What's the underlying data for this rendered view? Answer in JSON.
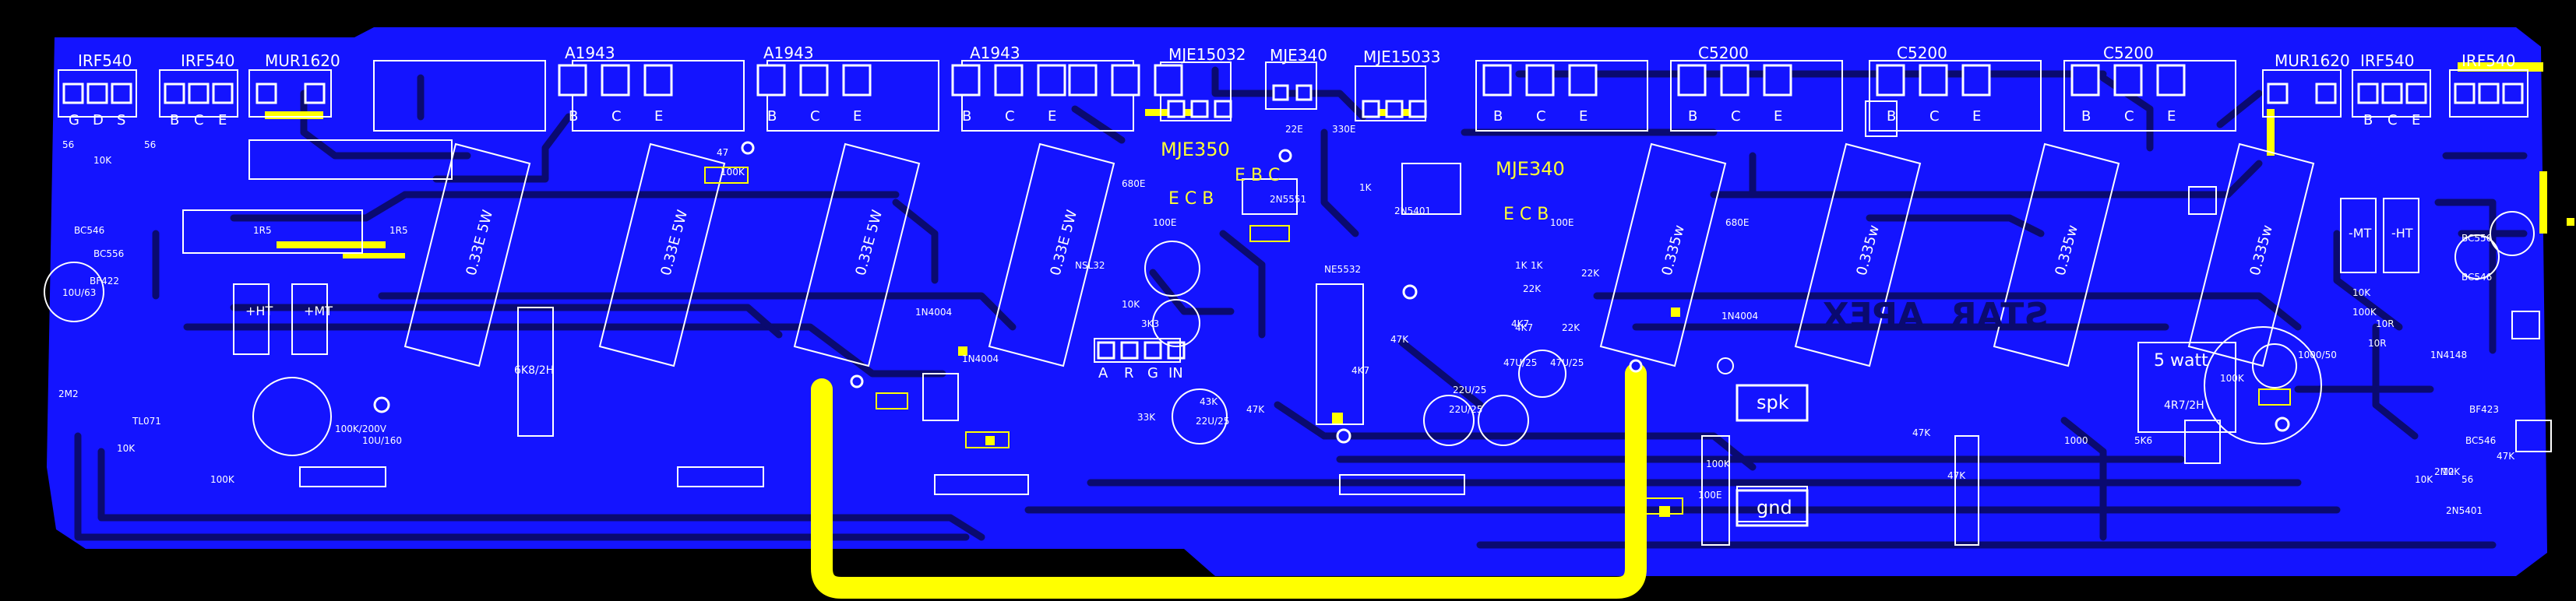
{
  "colors": {
    "background": "#000000",
    "copper": "#1414ff",
    "trace_dark": "#0a0a70",
    "silkscreen": "#ffffff",
    "jumper": "#ffff00"
  },
  "top_transistor_labels": [
    "IRF540",
    "IRF540",
    "MUR1620",
    "A1943",
    "A1943",
    "A1943",
    "MJE15032",
    "MJE340",
    "MJE15033",
    "C5200",
    "C5200",
    "C5200",
    "MUR1620",
    "IRF540",
    "IRF540"
  ],
  "resistor_labels": [
    "0.33E 5W",
    "0.33E 5W",
    "0.33E 5W",
    "0.33E 5W",
    "0.335w",
    "0.335w",
    "0.335w",
    "0.335w"
  ],
  "driver_labels": {
    "mje350": "MJE350",
    "mje340": "MJE340",
    "ebc": "E B C",
    "ecb": "E C B",
    "ecb2": "E C B"
  },
  "small_parts": [
    "47",
    "100K",
    "1R5",
    "1R5",
    "56",
    "56",
    "10K",
    "BC546",
    "BC556",
    "BF422",
    "10U/63",
    "2M2",
    "TL071",
    "10U/160",
    "100K/200V",
    "10K",
    "100K",
    "680E",
    "22E",
    "330E",
    "100E",
    "1K",
    "2N5551",
    "2N5401",
    "100E",
    "1K",
    "NSL32",
    "10K",
    "3K3",
    "1N4004",
    "1N4004",
    "43K",
    "33K",
    "47K",
    "22U/25",
    "NE5532",
    "4K7",
    "47K",
    "1K",
    "22K",
    "4K7",
    "22U/25",
    "22U/25",
    "47U/25",
    "47U/25",
    "4K7",
    "22K",
    "22K",
    "1N4004",
    "680E",
    "BC556",
    "BC546",
    "10K",
    "100K",
    "10R",
    "10R",
    "1N4148",
    "BF423",
    "BC546",
    "100K",
    "1000/50",
    "5K6",
    "47K",
    "1000",
    "100E",
    "100K",
    "47K",
    "2M2",
    "47K",
    "10K",
    "10K",
    "56",
    "2N5401"
  ],
  "connectors": {
    "arg": "A",
    "rg": "R",
    "g": "G",
    "in": "IN",
    "plus_ht": "+HT",
    "plus_mt": "+MT",
    "minus_mt": "-MT",
    "minus_ht": "-HT",
    "spk": "spk",
    "gnd": "gnd",
    "five_watt": "5 watt",
    "r5w": "4R7/2H",
    "r6k8": "6K8/2H"
  },
  "brand_text": "APEX",
  "brand_sub": "STAR",
  "lead_letters": {
    "b": "B",
    "c": "C",
    "e": "E",
    "d": "D",
    "g": "G",
    "s": "S"
  }
}
